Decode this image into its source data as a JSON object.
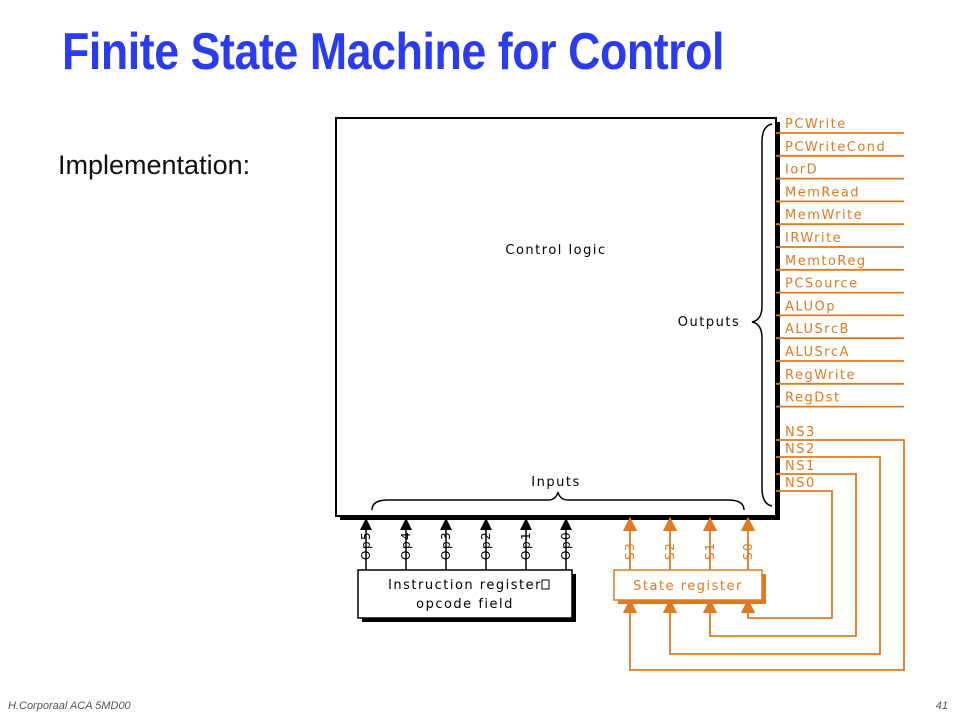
{
  "slide": {
    "title": "Finite State Machine for Control",
    "subtitle": "Implementation:",
    "footer_left": "H.Corporaal   ACA 5MD00",
    "page_number": "41"
  },
  "diagram": {
    "control_logic_label": "Control logic",
    "outputs_label": "Outputs",
    "inputs_label": "Inputs",
    "ir_label_line1": "Instruction register",
    "ir_label_line2": "opcode field",
    "state_register_label": "State register",
    "control_outputs": [
      "PCWrite",
      "PCWriteCond",
      "IorD",
      "MemRead",
      "MemWrite",
      "IRWrite",
      "MemtoReg",
      "PCSource",
      "ALUOp",
      "ALUSrcB",
      "ALUSrcA",
      "RegWrite",
      "RegDst"
    ],
    "next_state_outputs": [
      "NS3",
      "NS2",
      "NS1",
      "NS0"
    ],
    "opcode_inputs": [
      "Op5",
      "Op4",
      "Op3",
      "Op2",
      "Op1",
      "Op0"
    ],
    "state_inputs": [
      "S3",
      "S2",
      "S1",
      "S0"
    ]
  },
  "colors": {
    "title": "#2b3cf0",
    "line": "#000000",
    "state_wire": "#e07a20"
  }
}
